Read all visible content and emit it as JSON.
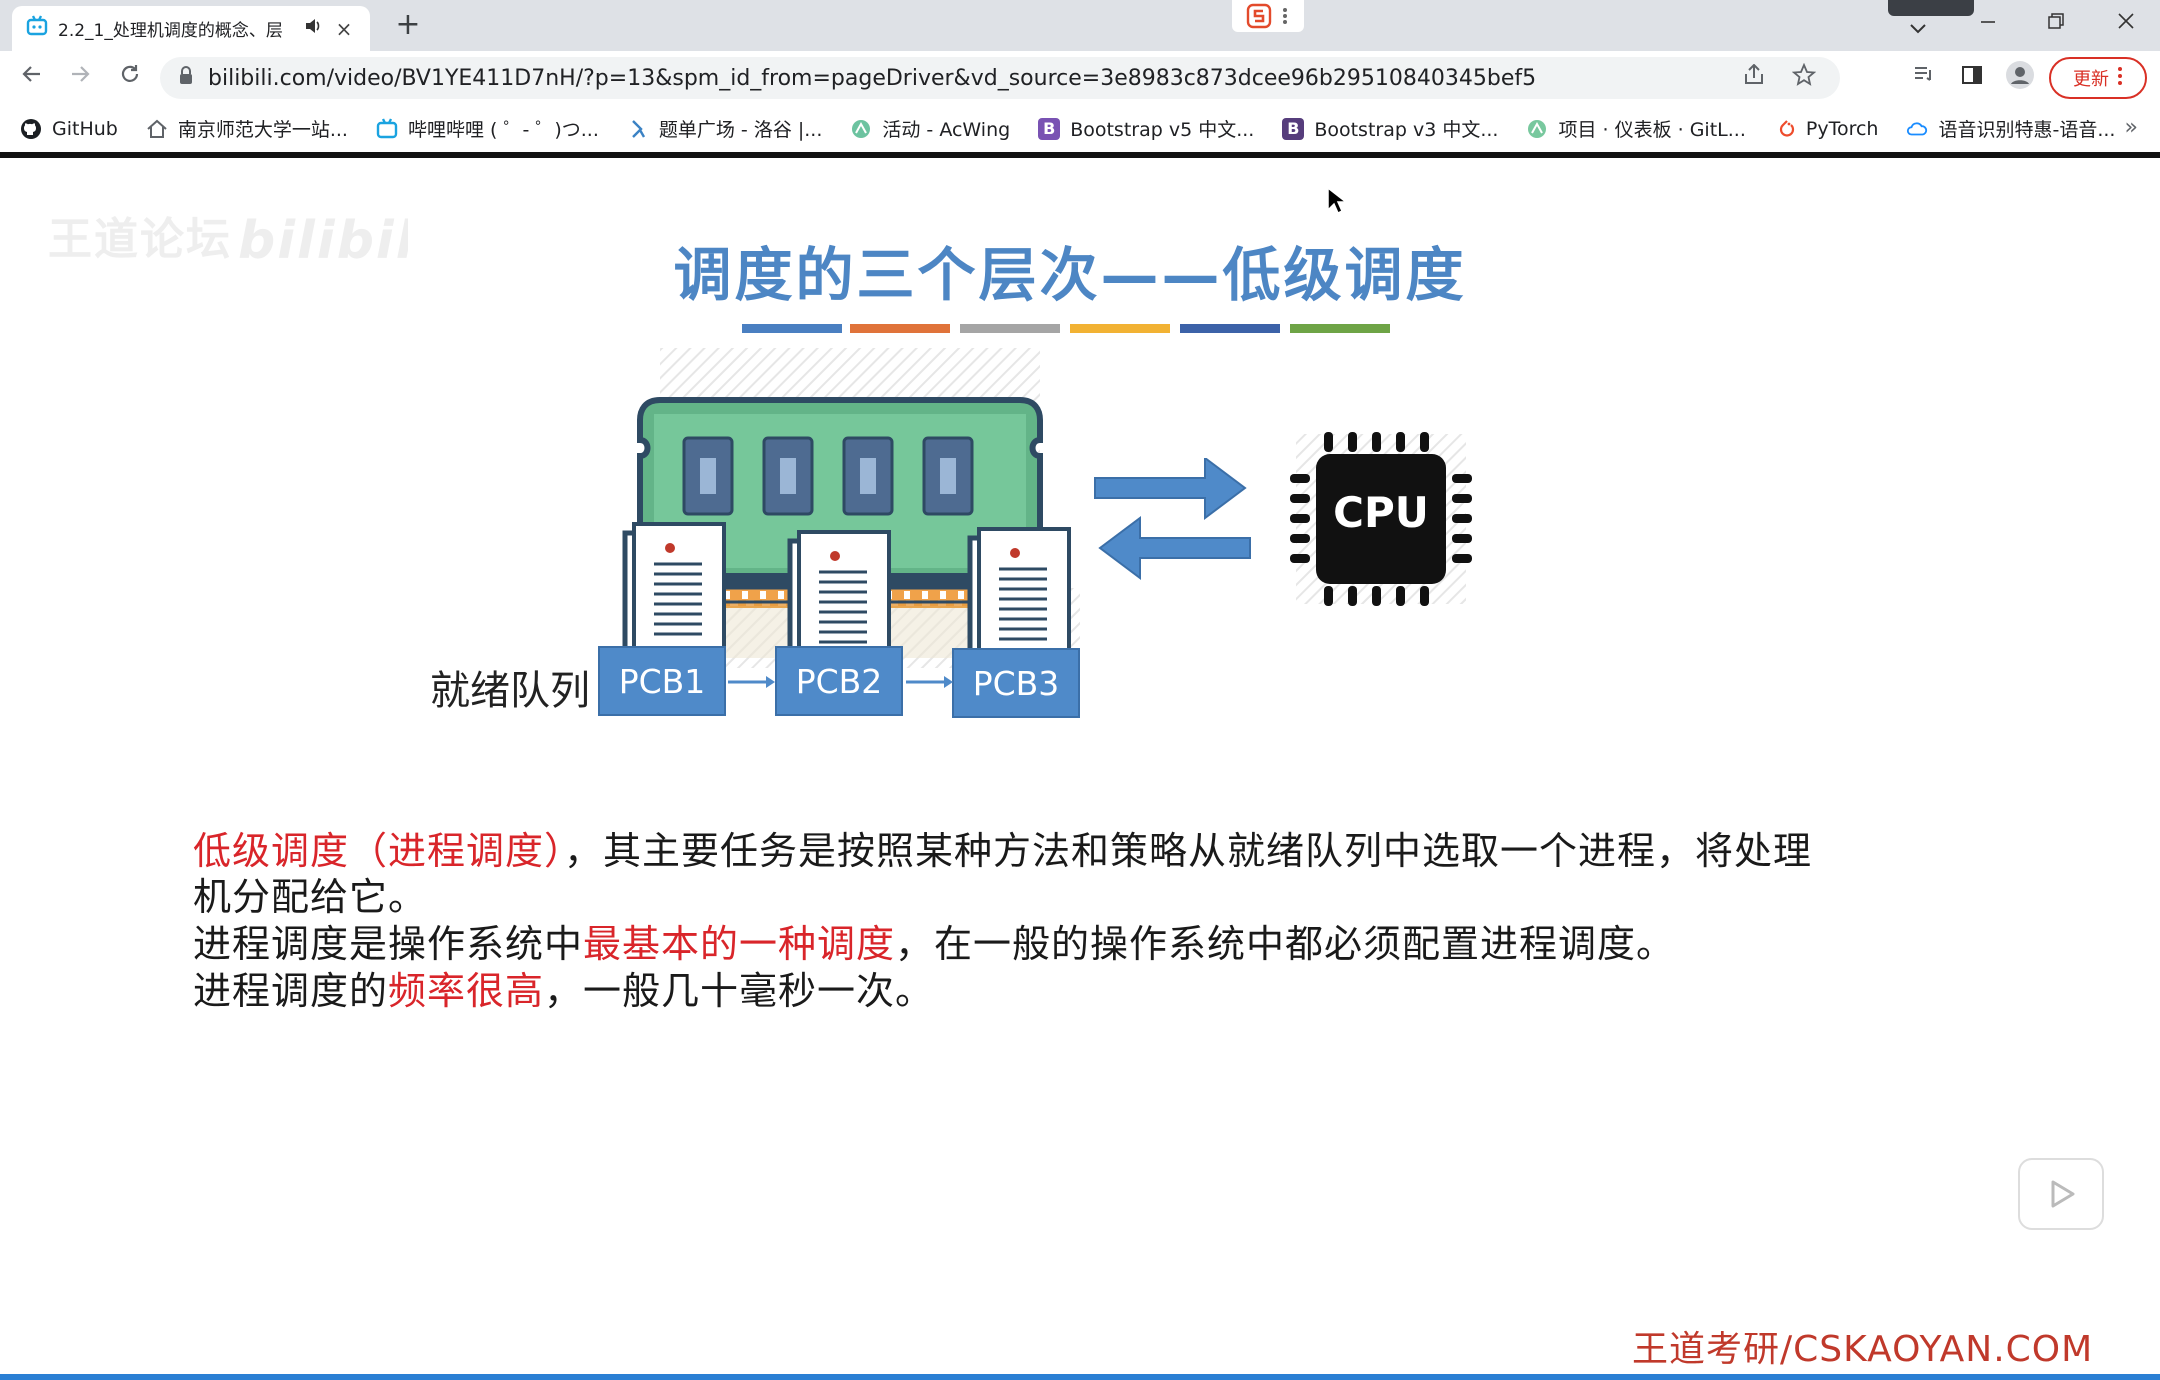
{
  "browser": {
    "tab_title": "2.2_1_处理机调度的概念、层",
    "tab_close": "×",
    "new_tab": "+",
    "url": "bilibili.com/video/BV1YE411D7nH/?p=13&spm_id_from=pageDriver&vd_source=3e8983c873dcee96b29510840345bef5",
    "update_label": "更新",
    "bookmarks": [
      {
        "label": "GitHub",
        "icon": "github-icon"
      },
      {
        "label": "南京师范大学一站...",
        "icon": "house-icon"
      },
      {
        "label": "哔哩哔哩 ( ゜- ゜)つ...",
        "icon": "bilibili-icon"
      },
      {
        "label": "题单广场 - 洛谷 |...",
        "icon": "luogu-icon"
      },
      {
        "label": "活动 - AcWing",
        "icon": "acwing-icon"
      },
      {
        "label": "Bootstrap v5 中文...",
        "icon": "bootstrap-icon"
      },
      {
        "label": "Bootstrap v3 中文...",
        "icon": "bootstrap-icon"
      },
      {
        "label": "项目 · 仪表板 · GitL...",
        "icon": "gitlab-icon"
      },
      {
        "label": "PyTorch",
        "icon": "pytorch-icon"
      },
      {
        "label": "语音识别特惠-语音...",
        "icon": "cloud-icon"
      }
    ],
    "bookmarks_more": "»"
  },
  "slide": {
    "title": "调度的三个层次——低级调度",
    "title_bar_colors": [
      "#4a7fc1",
      "#e0733a",
      "#a5a5a5",
      "#f2b233",
      "#3c62a8",
      "#6ea446"
    ],
    "ready_queue_label": "就绪队列",
    "pcbs": [
      "PCB1",
      "PCB2",
      "PCB3"
    ],
    "cpu_label": "CPU",
    "paragraph1_red": "低级调度（进程调度）",
    "paragraph1_rest": "，其主要任务是按照某种方法和策略从就绪队列中选取一个进程，将处理",
    "paragraph1_line2": "机分配给它。",
    "paragraph2_a": "进程调度是操作系统中",
    "paragraph2_red": "最基本的一种调度",
    "paragraph2_b": "，在一般的操作系统中都必须配置进程调度。",
    "paragraph3_a": "进程调度的",
    "paragraph3_red": "频率很高",
    "paragraph3_b": "，一般几十毫秒一次。",
    "footer": "王道考研/CSKAOYAN.COM"
  }
}
